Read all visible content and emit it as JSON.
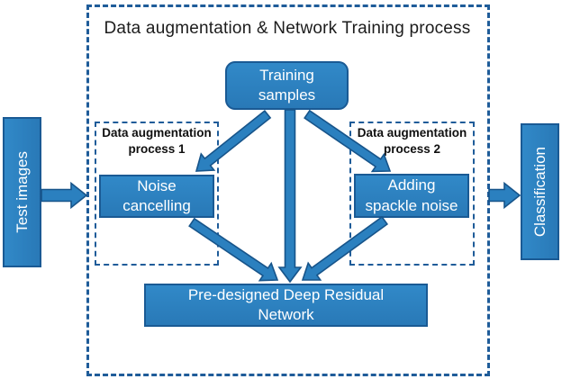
{
  "title": "Data augmentation & Network Training process",
  "nodes": {
    "test_images": {
      "label": "Test images"
    },
    "training_samples": {
      "label": "Training\nsamples"
    },
    "process1": {
      "label": "Data augmentation\nprocess 1"
    },
    "process2": {
      "label": "Data augmentation\nprocess 2"
    },
    "noise_cancelling": {
      "label": "Noise\ncancelling"
    },
    "adding_spackle_noise": {
      "label": "Adding\nspackle noise"
    },
    "residual_network": {
      "label": "Pre-designed Deep Residual\nNetwork"
    },
    "classification": {
      "label": "Classification"
    }
  },
  "edges": [
    {
      "from": "test-images",
      "to": "training-process-container"
    },
    {
      "from": "training-process-container",
      "to": "classification"
    },
    {
      "from": "training-samples",
      "to": "noise-cancelling"
    },
    {
      "from": "training-samples",
      "to": "residual-network"
    },
    {
      "from": "training-samples",
      "to": "adding-spackle-noise"
    },
    {
      "from": "noise-cancelling",
      "to": "residual-network"
    },
    {
      "from": "adding-spackle-noise",
      "to": "residual-network"
    }
  ],
  "colors": {
    "node_fill": "#2B80BF",
    "node_border": "#1A5A94",
    "arrow_fill": "#2B80BF",
    "arrow_border": "#17548A",
    "dashed_border": "#1F5C99",
    "node_text": "#FFFFFF",
    "title_text": "#1C1C1C"
  }
}
